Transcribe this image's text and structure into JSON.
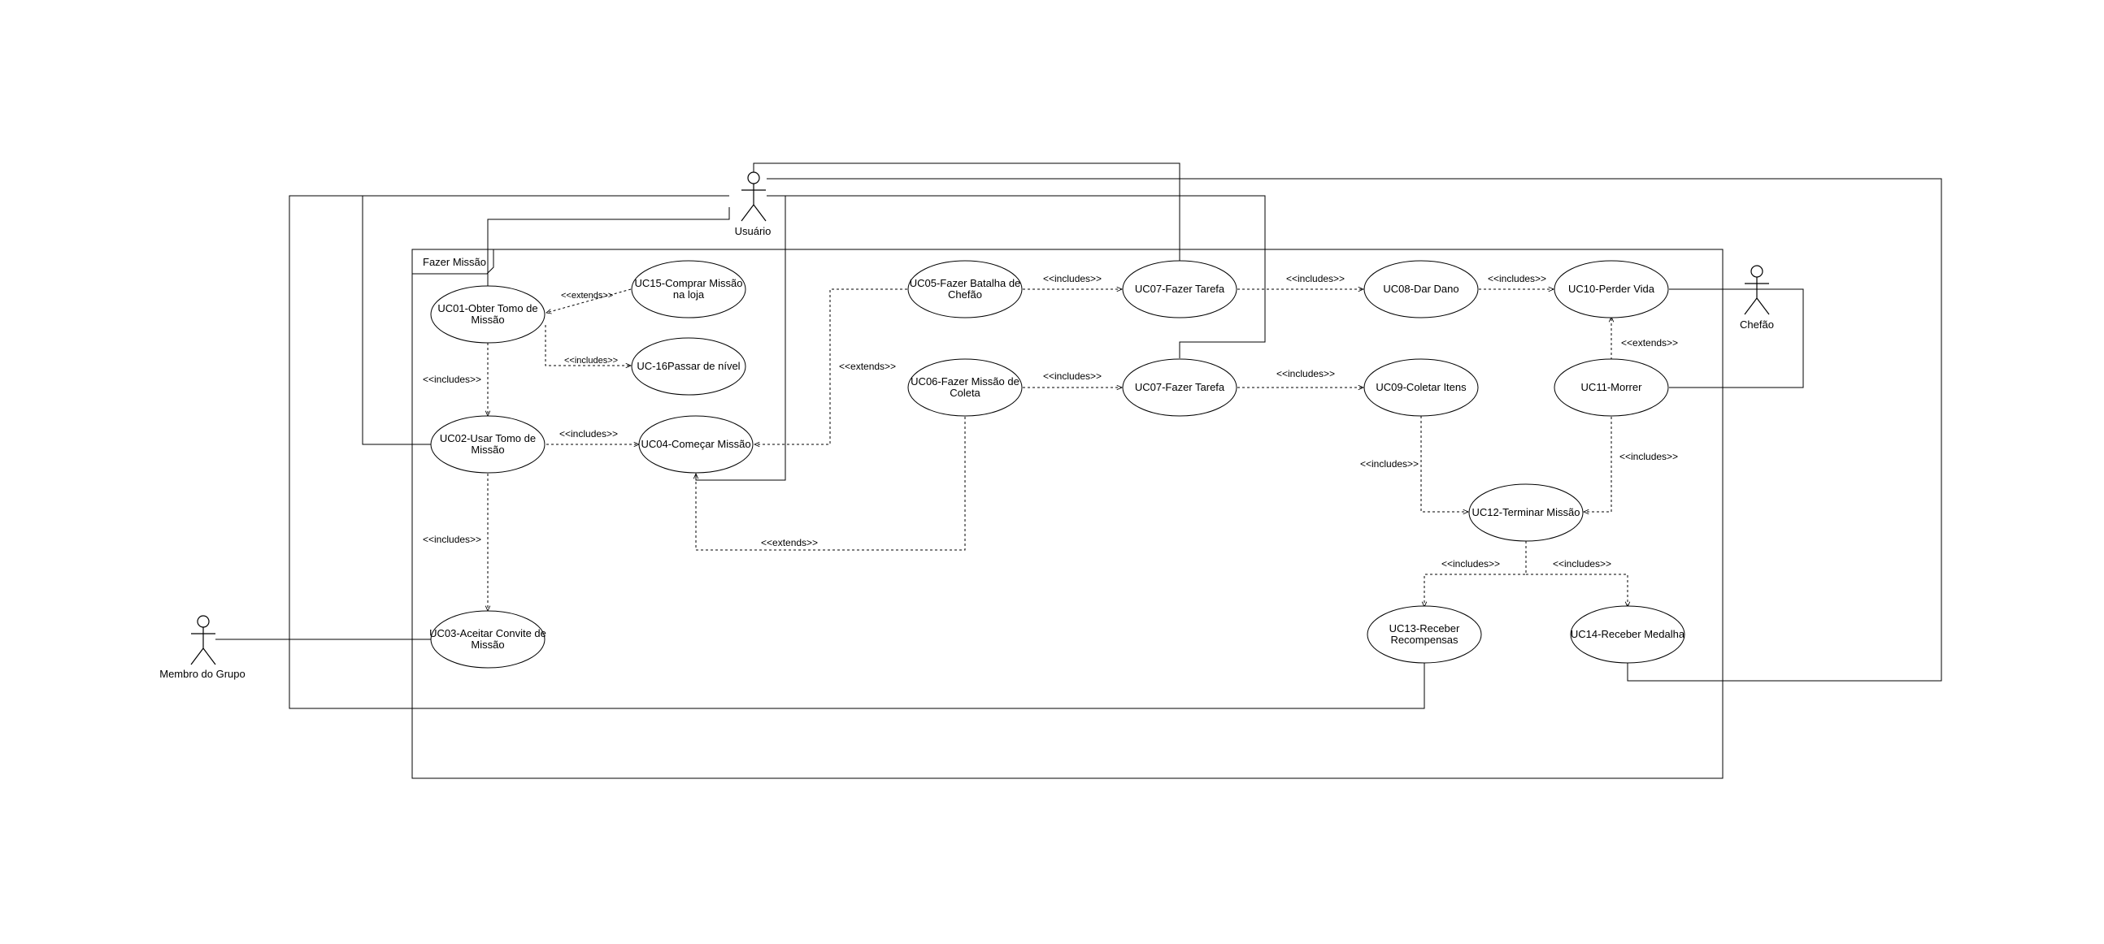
{
  "frame": {
    "title": "Fazer Missão"
  },
  "actors": {
    "usuario": "Usuário",
    "chefao": "Chefão",
    "membro": "Membro do Grupo"
  },
  "use_cases": {
    "uc01": [
      "UC01-Obter Tomo de",
      "Missão"
    ],
    "uc02": [
      "UC02-Usar Tomo de",
      "Missão"
    ],
    "uc03": [
      "UC03-Aceitar Convite de",
      "Missão"
    ],
    "uc04": [
      "UC04-Começar Missão"
    ],
    "uc05": [
      "UC05-Fazer Batalha de",
      "Chefão"
    ],
    "uc06": [
      "UC06-Fazer Missão de",
      "Coleta"
    ],
    "uc07a": [
      "UC07-Fazer Tarefa"
    ],
    "uc07b": [
      "UC07-Fazer Tarefa"
    ],
    "uc08": [
      "UC08-Dar Dano"
    ],
    "uc09": [
      "UC09-Coletar Itens"
    ],
    "uc10": [
      "UC10-Perder Vida"
    ],
    "uc11": [
      "UC11-Morrer"
    ],
    "uc12": [
      "UC12-Terminar Missão"
    ],
    "uc13": [
      "UC13-Receber",
      "Recompensas"
    ],
    "uc14": [
      "UC14-Receber Medalha"
    ],
    "uc15": [
      "UC15-Comprar Missão",
      "na loja"
    ],
    "uc16": [
      "UC-16Passar de nível"
    ]
  },
  "relations": {
    "uc01_uc15": "<<extends>>",
    "uc01_uc16": "<<includes>>",
    "uc01_uc02": "<<includes>>",
    "uc02_uc04": "<<includes>>",
    "uc02_uc03": "<<includes>>",
    "uc05_uc04": "<<extends>>",
    "uc06_uc04": "<<extends>>",
    "uc05_uc07": "<<includes>>",
    "uc06_uc07": "<<includes>>",
    "uc07_uc08": "<<includes>>",
    "uc07_uc09": "<<includes>>",
    "uc08_uc10": "<<includes>>",
    "uc11_uc10": "<<extends>>",
    "uc09_uc12": "<<includes>>",
    "uc11_uc12": "<<includes>>",
    "uc12_uc13": "<<includes>>",
    "uc12_uc14": "<<includes>>"
  }
}
